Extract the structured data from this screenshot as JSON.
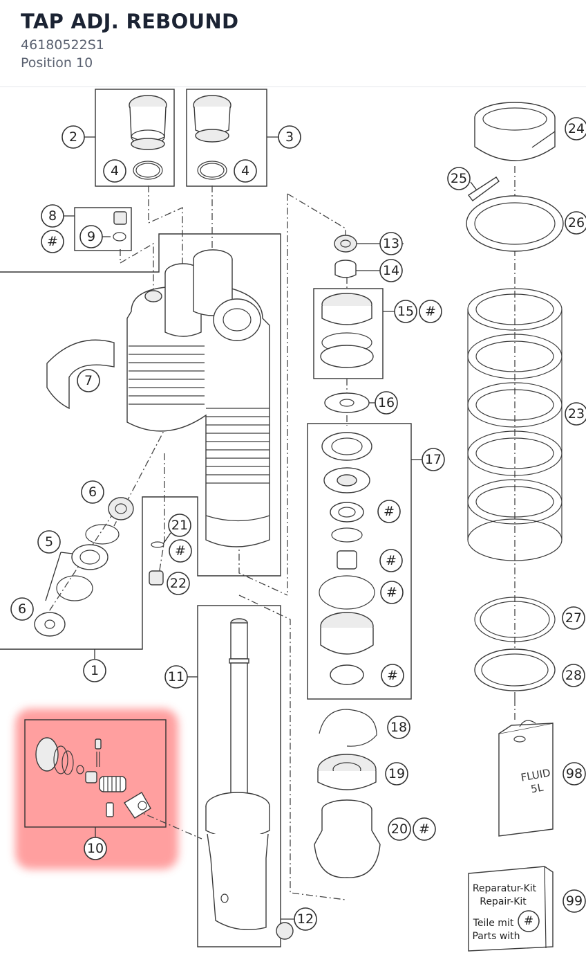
{
  "header": {
    "title": "TAP ADJ. REBOUND",
    "part_number": "46180522S1",
    "position": "Position 10"
  },
  "highlight": {
    "color": "#ff8f8f",
    "label": "10"
  },
  "callouts": [
    "1",
    "2",
    "3",
    "4",
    "4",
    "5",
    "6",
    "6",
    "7",
    "8",
    "9",
    "#",
    "11",
    "12",
    "13",
    "14",
    "15",
    "#",
    "16",
    "17",
    "#",
    "#",
    "#",
    "#",
    "18",
    "19",
    "20",
    "#",
    "21",
    "#",
    "22",
    "23",
    "24",
    "25",
    "26",
    "27",
    "28",
    "98",
    "99"
  ],
  "fluid_can": {
    "line1": "FLUID",
    "line2": "5L"
  },
  "repair_kit": {
    "line1": "Reparatur-Kit",
    "line2": "Repair-Kit",
    "line3": "Teile mit",
    "line4": "Parts with",
    "symbol": "#"
  }
}
